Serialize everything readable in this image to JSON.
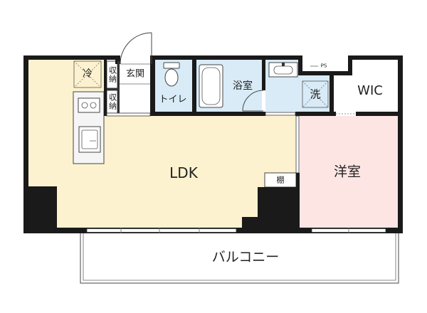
{
  "rooms": {
    "ldk": "LDK",
    "western_room": "洋室",
    "toilet": "トイレ",
    "bath": "浴室",
    "entrance": "玄関",
    "walk_in_closet": "WIC",
    "balcony": "バルコニー"
  },
  "fixtures": {
    "fridge": "冷",
    "washer": "洗",
    "storage_upper": "収納",
    "storage_lower": "収納",
    "shelf": "棚",
    "pipe_space": "PS"
  },
  "colors": {
    "ldk_floor": "#fdf2cf",
    "wet_area_floor": "#d8ebf7",
    "western_room_floor": "#fde5e4"
  }
}
